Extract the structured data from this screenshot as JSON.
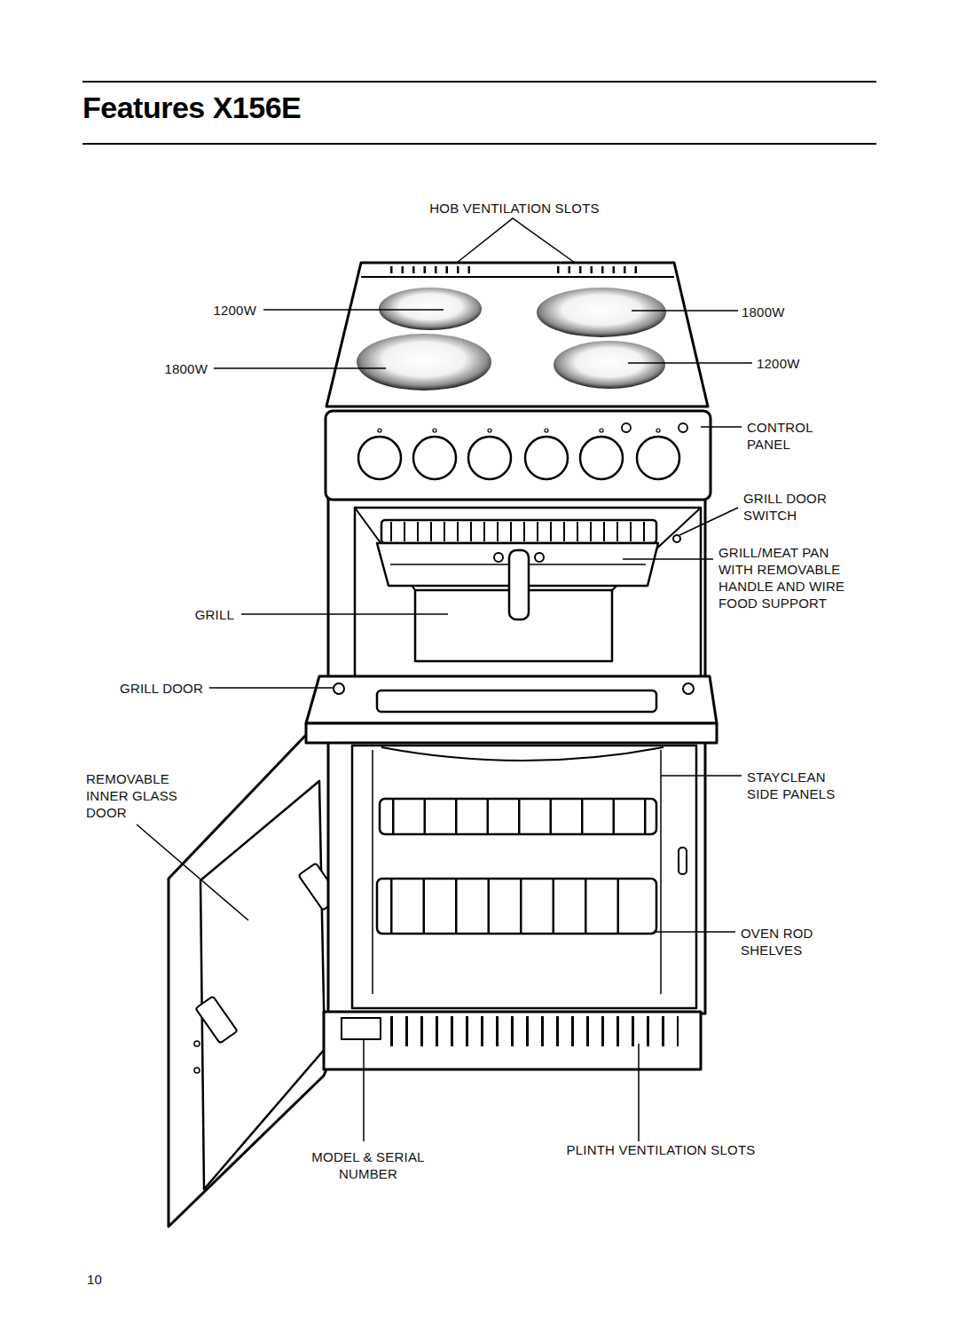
{
  "diagram": {
    "title": "Features X156E",
    "labels": [
      "HOB VENTILATION SLOTS",
      "1200W",
      "1800W",
      "1800W",
      "1200W",
      "CONTROL PANEL",
      "GRILL DOOR SWITCH",
      "GRILL/MEAT PAN WITH REMOVABLE HANDLE AND WIRE FOOD SUPPORT",
      "GRILL",
      "GRILL DOOR",
      "STAYCLEAN SIDE PANELS",
      "REMOVABLE INNER GLASS DOOR",
      "OVEN ROD SHELVES",
      "MODEL & SERIAL NUMBER",
      "PLINTH VENTILATION SLOTS",
      "10"
    ]
  }
}
